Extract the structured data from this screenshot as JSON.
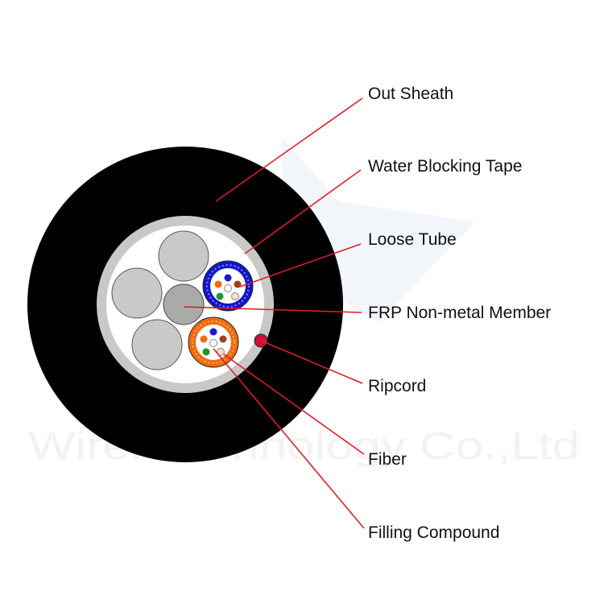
{
  "labels": {
    "out_sheath": "Out Sheath",
    "water_blocking_tape": "Water Blocking Tape",
    "loose_tube": "Loose Tube",
    "frp_member": "FRP Non-metal Member",
    "ripcord": "Ripcord",
    "fiber": "Fiber",
    "filling_compound": "Filling Compound"
  },
  "watermark": "Wirel     Technology Co.,Ltd",
  "colors": {
    "sheath": "#000000",
    "tape": "#c8c8c8",
    "core_fill": "#ffffff",
    "filler": "#c9c9c9",
    "frp": "#aaaaaa",
    "blue_tube": "#1515c8",
    "orange_tube": "#f06a10",
    "ripcord": "#d4103a",
    "leader": "#d8202a"
  }
}
